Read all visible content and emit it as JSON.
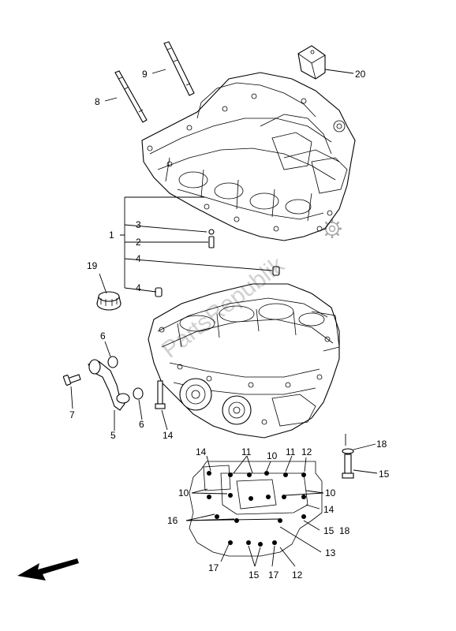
{
  "callouts": {
    "c1": "1",
    "c2": "2",
    "c3": "3",
    "c4a": "4",
    "c4b": "4",
    "c5": "5",
    "c6a": "6",
    "c6b": "6",
    "c7": "7",
    "c8": "8",
    "c9": "9",
    "c10a": "10",
    "c10b": "10",
    "c10c": "10",
    "c11a": "11",
    "c11b": "11",
    "c12a": "12",
    "c12b": "12",
    "c13": "13",
    "c14a": "14",
    "c14b": "14",
    "c14c": "14",
    "c15a": "15",
    "c15b": "15",
    "c15c": "15",
    "c16": "16",
    "c17a": "17",
    "c17b": "17",
    "c18a": "18",
    "c18b": "18",
    "c19": "19",
    "c20": "20"
  },
  "watermark": "PartsRepublik",
  "icons": {
    "gear": "gear-icon",
    "arrow": "front-direction-arrow-icon"
  }
}
